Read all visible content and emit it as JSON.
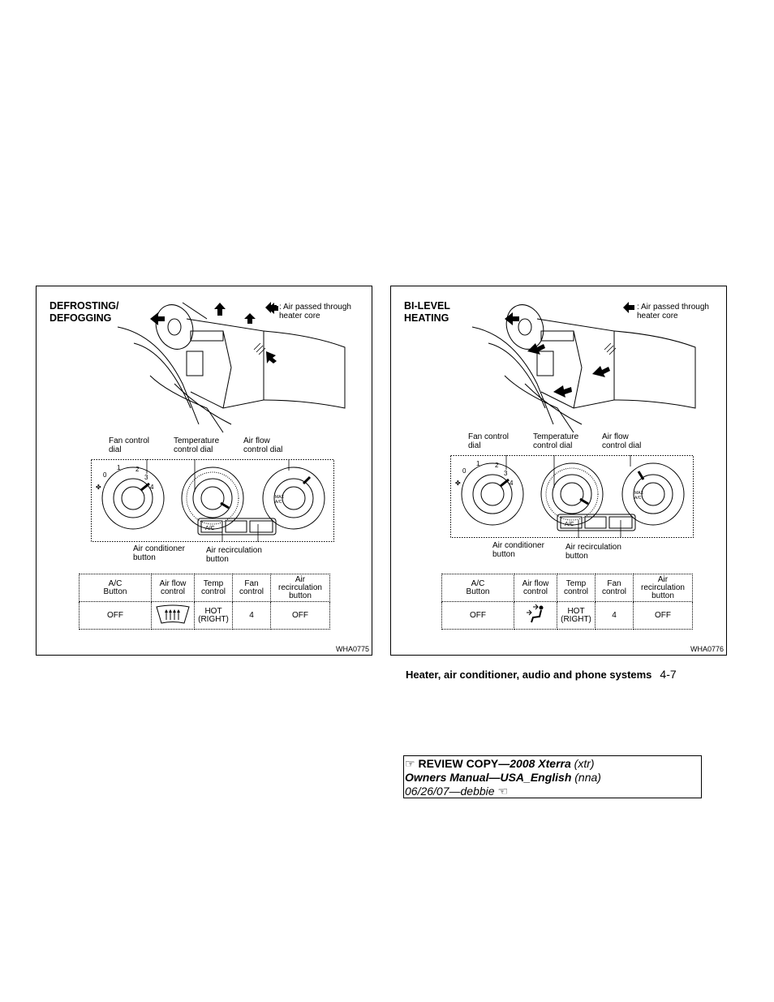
{
  "figures": [
    {
      "title": "DEFROSTING/\nDEFOGGING",
      "legend": ": Air passed through\n  heater core",
      "code": "WHA0775",
      "callouts": {
        "fan": "Fan control\ndial",
        "temp": "Temperature\ncontrol dial",
        "airflow": "Air flow\ncontrol dial",
        "ac": "Air conditioner\nbutton",
        "recirc": "Air recirculation\nbutton"
      },
      "dial_labels": {
        "fan_ticks": [
          "0",
          "1",
          "2",
          "3",
          "4"
        ],
        "ac_button": "A/C",
        "max_ac": "MAX\nA/C"
      },
      "table": {
        "headers": [
          "A/C\nButton",
          "Air flow\ncontrol",
          "Temp\ncontrol",
          "Fan\ncontrol",
          "Air\nrecirculation\nbutton"
        ],
        "row": {
          "ac": "OFF",
          "airflow_icon": "defrost-icon",
          "temp": "HOT\n(RIGHT)",
          "fan": "4",
          "recirc": "OFF"
        }
      }
    },
    {
      "title": "BI-LEVEL\nHEATING",
      "legend": ": Air passed through\n  heater core",
      "code": "WHA0776",
      "callouts": {
        "fan": "Fan control\ndial",
        "temp": "Temperature\ncontrol dial",
        "airflow": "Air flow\ncontrol dial",
        "ac": "Air conditioner\nbutton",
        "recirc": "Air recirculation\nbutton"
      },
      "dial_labels": {
        "fan_ticks": [
          "0",
          "1",
          "2",
          "3",
          "4"
        ],
        "ac_button": "A/C",
        "max_ac": "MAX\nA/C"
      },
      "table": {
        "headers": [
          "A/C\nButton",
          "Air flow\ncontrol",
          "Temp\ncontrol",
          "Fan\ncontrol",
          "Air\nrecirculation\nbutton"
        ],
        "row": {
          "ac": "OFF",
          "airflow_icon": "bi-level-icon",
          "temp": "HOT\n(RIGHT)",
          "fan": "4",
          "recirc": "OFF"
        }
      }
    }
  ],
  "running_head": {
    "section": "Heater, air conditioner, audio and phone systems",
    "page": "4-7"
  },
  "review": {
    "line1_bold": "REVIEW COPY—",
    "line1_bolditalic": "2008 Xterra",
    "line1_italic": " (xtr)",
    "line2_bolditalic": "Owners Manual—USA_English",
    "line2_italic": " (nna)",
    "line3_italic": "06/26/07—debbie"
  }
}
